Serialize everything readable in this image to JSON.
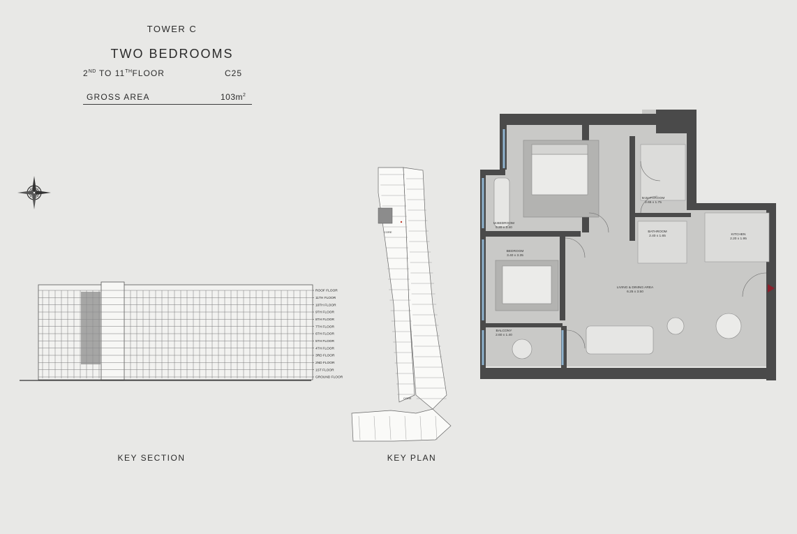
{
  "header": {
    "tower": "TOWER C",
    "bedrooms": "TWO BEDROOMS",
    "floor_from_num": "2",
    "floor_from_sup": "ND",
    "floor_to_text": "TO 11",
    "floor_to_sup": "TH",
    "floor_word": "FLOOR",
    "unit_code": "C25",
    "gross_label": "GROSS AREA",
    "gross_value": "103m",
    "gross_unit_sup": "2"
  },
  "compass": {
    "icon": "compass-rose-icon"
  },
  "key_section": {
    "caption": "KEY SECTION",
    "floors": [
      "ROOF FLOOR",
      "11TH FLOOR",
      "10TH FLOOR",
      "9TH FLOOR",
      "8TH FLOOR",
      "7TH FLOOR",
      "6TH FLOOR",
      "5TH FLOOR",
      "4TH FLOOR",
      "3RD FLOOR",
      "2ND FLOOR",
      "1ST FLOOR",
      "GROUND FLOOR"
    ]
  },
  "key_plan": {
    "caption": "KEY PLAN",
    "core_label": "CORE"
  },
  "floor_plan": {
    "rooms": [
      {
        "name": "M.BEDROOM",
        "dims": "5.20 x 3.40"
      },
      {
        "name": "M.BATHROOM",
        "dims": "2.65 x 1.75"
      },
      {
        "name": "BATHROOM",
        "dims": "2.40 x 1.65"
      },
      {
        "name": "KITCHEN",
        "dims": "2.20 x 1.95"
      },
      {
        "name": "BEDROOM",
        "dims": "3.40 x 3.35"
      },
      {
        "name": "LIVING & DINING AREA",
        "dims": "6.25 x 3.50"
      },
      {
        "name": "BALCONY",
        "dims": "2.60 x 1.40"
      }
    ],
    "accent_color": "#8a1f2b",
    "glass_color": "#8fb3cf"
  }
}
